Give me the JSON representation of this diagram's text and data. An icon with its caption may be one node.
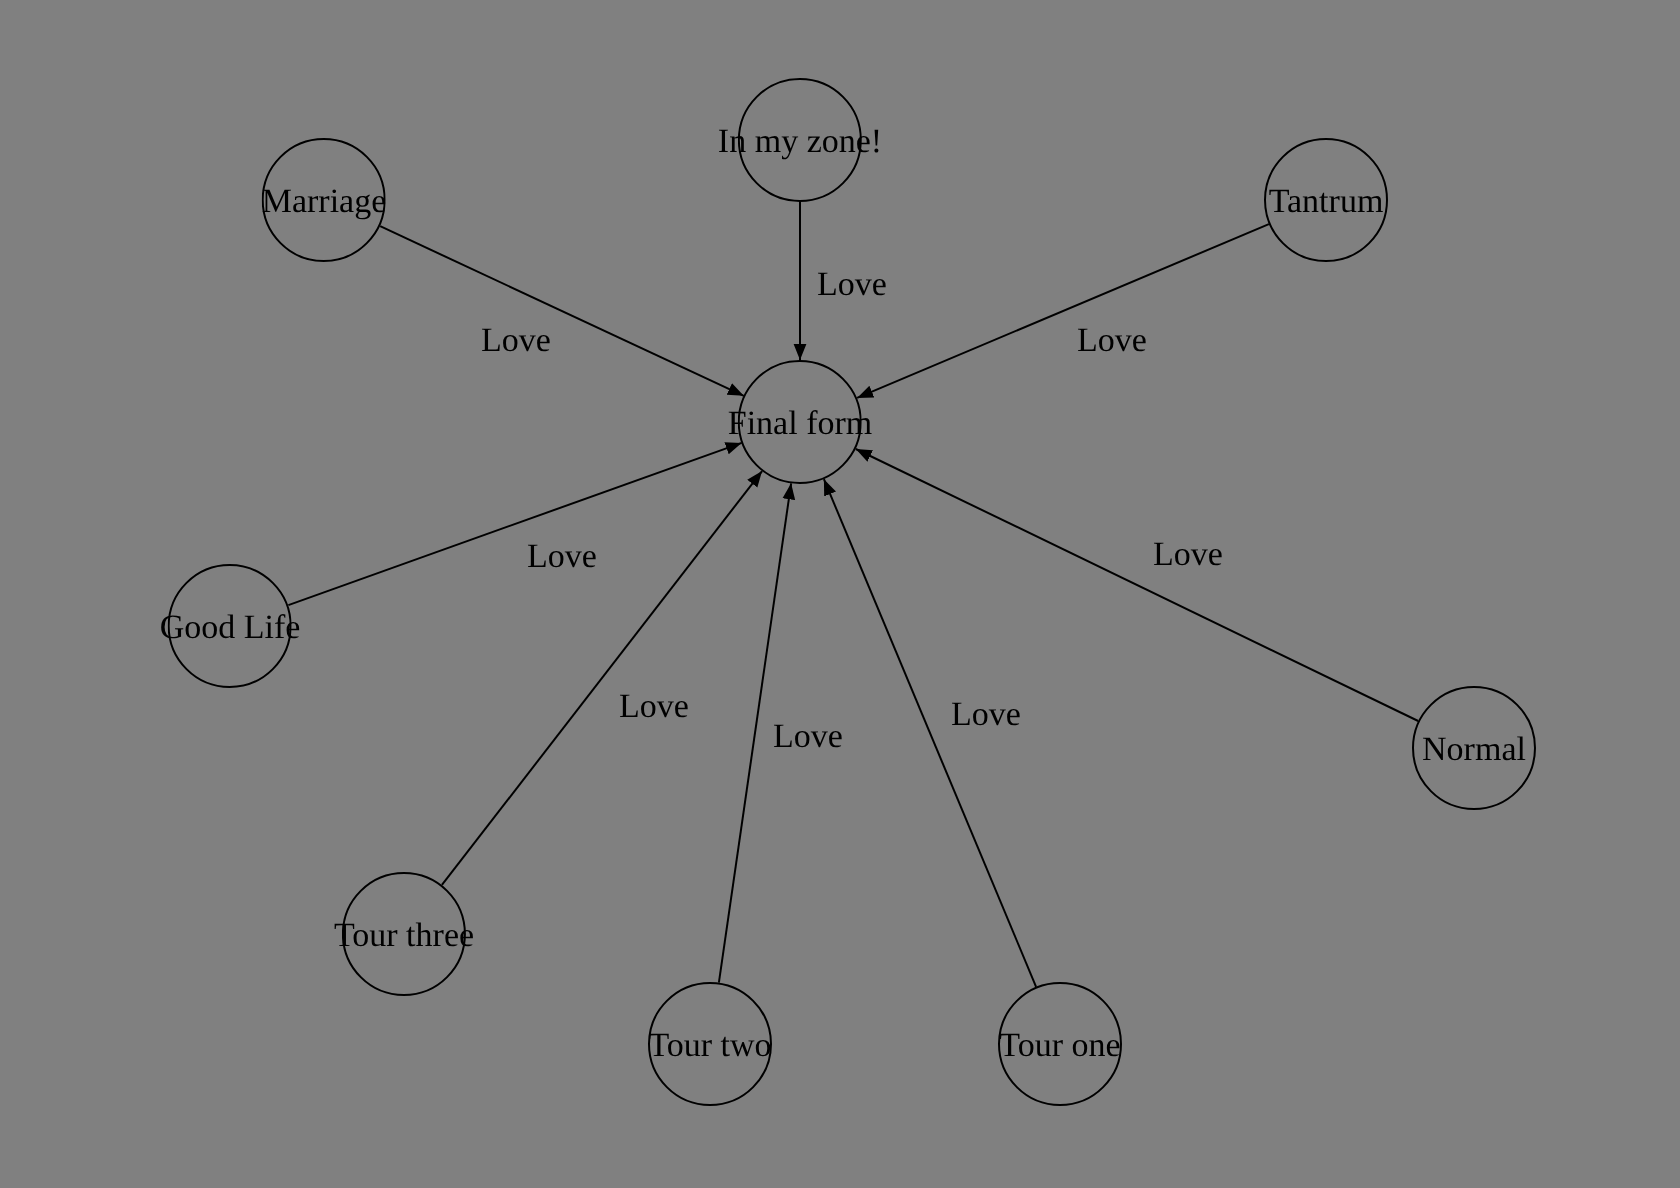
{
  "diagram": {
    "nodes": [
      {
        "text": [
          "Final form"
        ]
      },
      {
        "text": [
          "In my zone!"
        ]
      },
      {
        "text": [
          "Marriage"
        ]
      },
      {
        "text": [
          "Tantrum"
        ]
      },
      {
        "text": [
          "Good Life"
        ]
      },
      {
        "text": [
          "Normal"
        ]
      },
      {
        "text": [
          "Tour three"
        ]
      },
      {
        "text": [
          "Tour two"
        ]
      },
      {
        "text": [
          "Tour one"
        ]
      }
    ],
    "edges": [
      {
        "from": 1,
        "to": 0,
        "arrow": "to",
        "label": "Love"
      },
      {
        "from": 2,
        "to": 0,
        "arrow": "to",
        "label": "Love"
      },
      {
        "from": 3,
        "to": 0,
        "arrow": "to",
        "label": "Love"
      },
      {
        "from": 4,
        "to": 0,
        "arrow": "to",
        "label": "Love"
      },
      {
        "from": 5,
        "to": 0,
        "arrow": "to",
        "label": "Love"
      },
      {
        "from": 6,
        "to": 0,
        "arrow": "to",
        "label": "Love"
      },
      {
        "from": 7,
        "to": 0,
        "arrow": "to",
        "label": "Love"
      },
      {
        "from": 8,
        "to": 0,
        "arrow": "to",
        "label": "Love"
      }
    ]
  }
}
